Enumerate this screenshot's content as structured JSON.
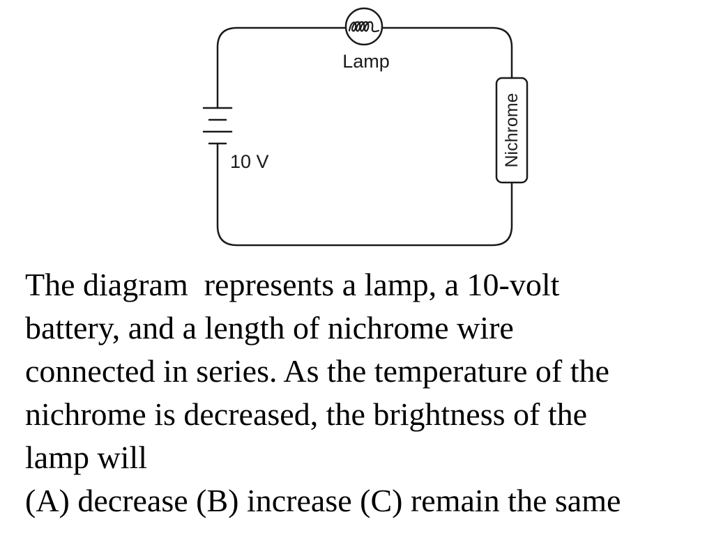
{
  "diagram": {
    "lamp_label": "Lamp",
    "battery_label": "10 V",
    "resistor_label": "Nichrome"
  },
  "question": {
    "lines": [
      "The diagram  represents a lamp, a 10-volt",
      "battery, and a length of nichrome wire",
      "connected in series. As the temperature of the",
      "nichrome is decreased, the brightness of the",
      "lamp will"
    ],
    "choices": "(A) decrease (B) increase (C) remain the same"
  }
}
